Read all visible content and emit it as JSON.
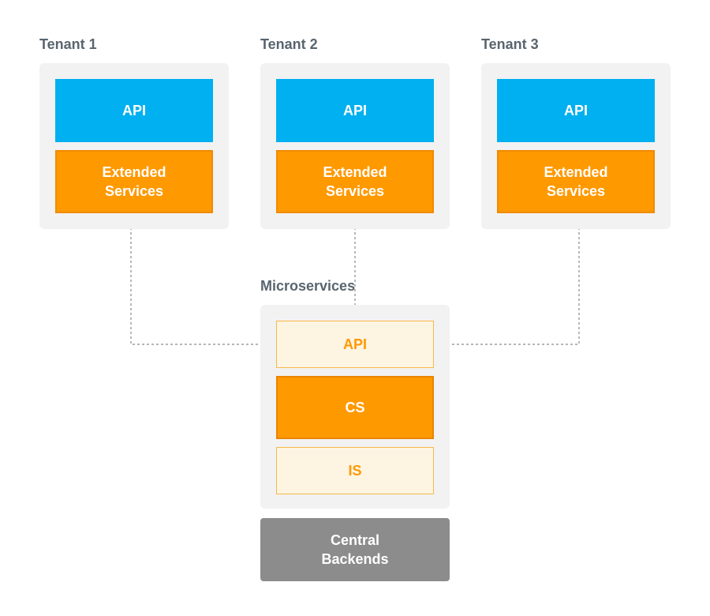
{
  "tenants": [
    {
      "title": "Tenant 1",
      "api_label": "API",
      "ext_label": "Extended\nServices"
    },
    {
      "title": "Tenant 2",
      "api_label": "API",
      "ext_label": "Extended\nServices"
    },
    {
      "title": "Tenant 3",
      "api_label": "API",
      "ext_label": "Extended\nServices"
    }
  ],
  "microservices": {
    "title": "Microservices",
    "api_label": "API",
    "cs_label": "CS",
    "is_label": "IS"
  },
  "central": {
    "label": "Central\nBackends"
  },
  "colors": {
    "api_blue": "#00b0f0",
    "orange": "#ff9900",
    "light_orange": "#fef4e2",
    "panel_gray": "#f2f2f2",
    "central_gray": "#8c8c8c",
    "label_gray": "#59656e",
    "connector": "#8a8a8a"
  }
}
